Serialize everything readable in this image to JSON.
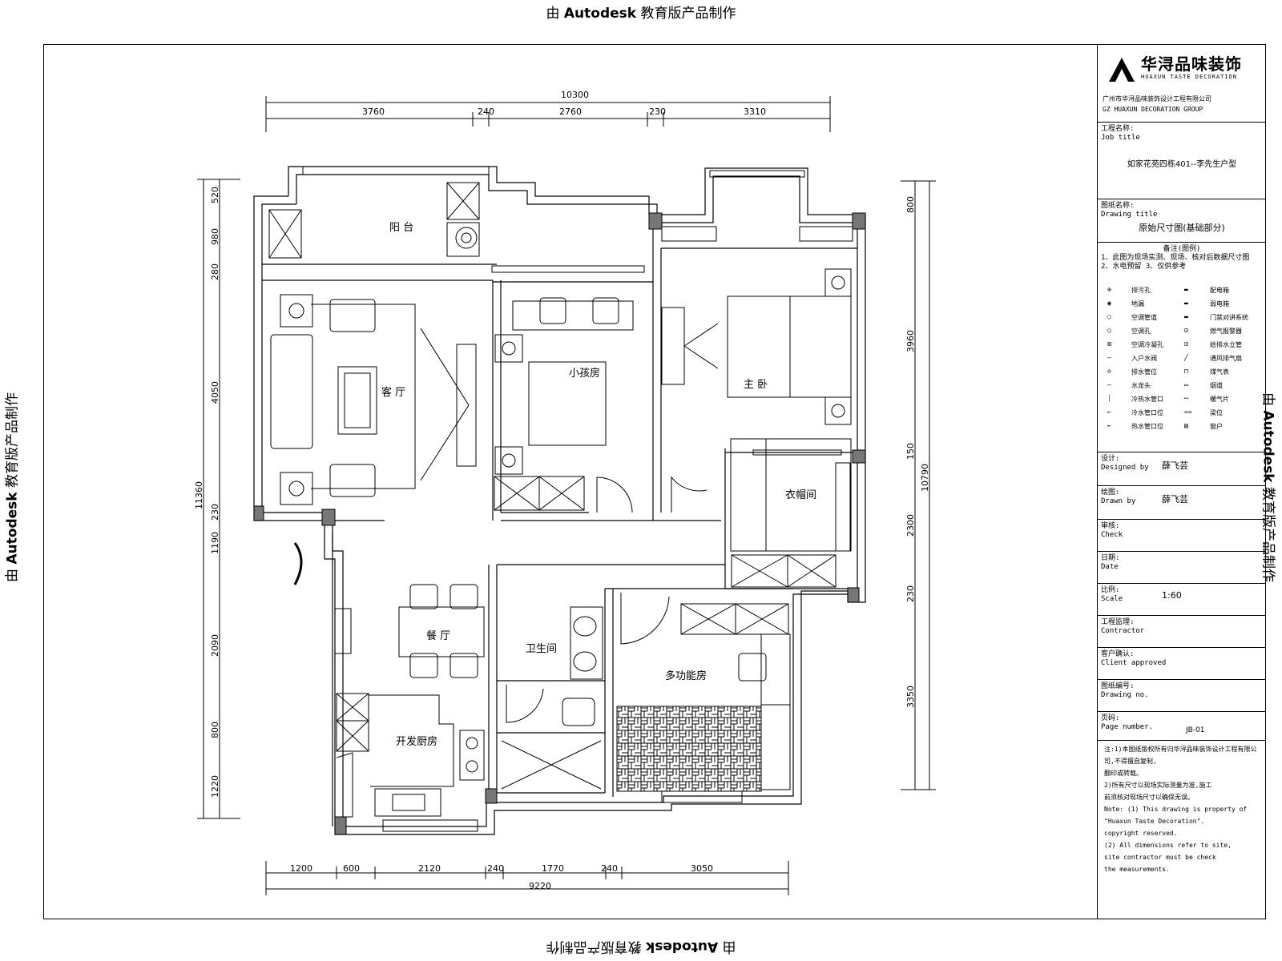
{
  "watermark": {
    "prefix": "由 ",
    "brand": "Autodesk",
    "suffix": " 教育版产品制作"
  },
  "plan": {
    "rooms": {
      "balcony": "阳 台",
      "living": "客 厅",
      "kids": "小孩房",
      "master": "主 卧",
      "wardrobe": "衣帽间",
      "dining": "餐 厅",
      "bath": "卫生间",
      "multi": "多功能房",
      "kitchen": "开发厨房"
    },
    "dims_top": {
      "total": "10300",
      "segments": [
        "3760",
        "240",
        "2760",
        "230",
        "3310"
      ]
    },
    "dims_bottom": {
      "total": "9220",
      "segments": [
        "1200",
        "600",
        "2120",
        "240",
        "1770",
        "240",
        "3050"
      ]
    },
    "dims_left": {
      "total": "11360",
      "segments": [
        "520",
        "980",
        "280",
        "4050",
        "230",
        "1190",
        "2090",
        "800",
        "1220"
      ]
    },
    "dims_right": {
      "total": "10790",
      "segments": [
        "800",
        "3960",
        "150",
        "2300",
        "230",
        "3350"
      ]
    }
  },
  "title_block": {
    "company_cn": "华浔品味装饰",
    "company_en": "HUAXUN TASTE DECORATION",
    "company_full": "广州市华浔品味装饰设计工程有限公司",
    "company_sub": "GZ HUAXUN DECORATION GROUP",
    "job_label_cn": "工程名称:",
    "job_label_en": "Job title",
    "job_value": "如家花苑四栋401--李先生户型",
    "drawing_label_cn": "图纸名称:",
    "drawing_label_en": "Drawing title",
    "drawing_value": "原始尺寸图(基础部分)",
    "legend_title": "备注(图例)",
    "legend_note1": "1、此图为现场实测、现场、核对后数据尺寸图",
    "legend_note2": "2、水电预留 3、仅供参考",
    "legend": [
      [
        "排污孔",
        "配电箱"
      ],
      [
        "地漏",
        "弱电箱"
      ],
      [
        "空调管道",
        "门禁对讲系统"
      ],
      [
        "空调孔",
        "燃气报警器"
      ],
      [
        "空调冷凝孔",
        "给排水立管"
      ],
      [
        "入户水阀",
        "通风排气扇"
      ],
      [
        "排水管位",
        "煤气表"
      ],
      [
        "水龙头",
        "烟道"
      ],
      [
        "冷热水管口",
        "暖气片"
      ],
      [
        "冷水管口位",
        "梁位"
      ],
      [
        "热水管口位",
        "窗户"
      ]
    ],
    "design_label_cn": "设计:",
    "design_label_en": "Designed by",
    "design_value": "薛飞芸",
    "drawn_label_cn": "绘图:",
    "drawn_label_en": "Drawn by",
    "drawn_value": "薛飞芸",
    "check_label_cn": "审核:",
    "check_label_en": "Check",
    "date_label_cn": "日期:",
    "date_label_en": "Date",
    "scale_label_cn": "比例:",
    "scale_label_en": "Scale",
    "scale_value": "1:60",
    "contractor_label_cn": "工程监理:",
    "contractor_label_en": "Contractor",
    "client_label_cn": "客户确认:",
    "client_label_en": "Client approved",
    "drawno_label_cn": "图纸编号:",
    "drawno_label_en": "Drawing no.",
    "page_label_cn": "页码:",
    "page_label_en": "Page number.",
    "page_value": "JB-01",
    "notes": [
      "注:1)本图纸版权所有归华浔品味装饰设计工程有限公司,不得擅自复制,",
      "   翻印或转载。",
      "   2)所有尺寸以现场实际测量为准,施工",
      "   前须核对现场尺寸以确保无误。",
      "Note: (1) This drawing is property of",
      "   \"Huaxun Taste Decoration\".",
      "   copyright reserved.",
      "   (2) All dimensions refer to site,",
      "   site contractor must be check",
      "   the measurements."
    ]
  }
}
